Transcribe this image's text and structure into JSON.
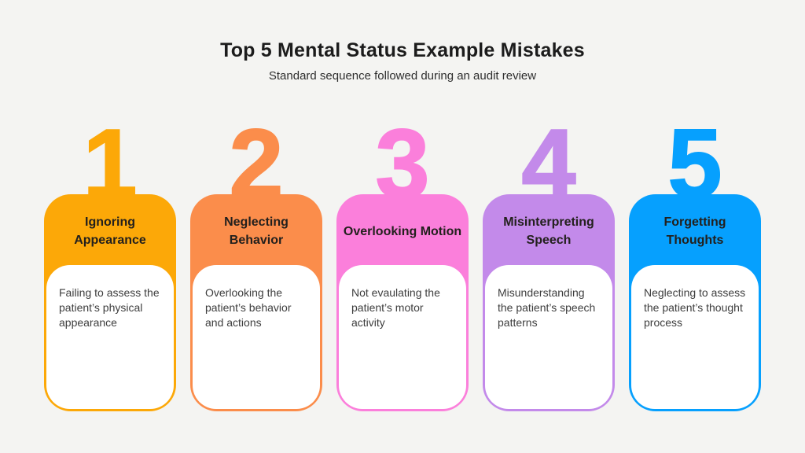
{
  "page": {
    "background": "#F4F4F2"
  },
  "header": {
    "title": "Top 5 Mental Status Example Mistakes",
    "subtitle": "Standard sequence followed during an audit review"
  },
  "cards": [
    {
      "number": "1",
      "color": "#FCA808",
      "title": "Ignoring Appearance",
      "description": "Failing to assess the patient’s physical appearance"
    },
    {
      "number": "2",
      "color": "#FB8D4B",
      "title": "Neglecting Behavior",
      "description": "Overlooking the patient’s behavior and actions"
    },
    {
      "number": "3",
      "color": "#FB7FDB",
      "title": "Overlooking Motion",
      "description": "Not evaulating the patient’s motor activity"
    },
    {
      "number": "4",
      "color": "#C38AEA",
      "title": "Misinterpreting Speech",
      "description": "Misunderstanding the patient’s speech patterns"
    },
    {
      "number": "5",
      "color": "#06A0FE",
      "title": "Forgetting Thoughts",
      "description": "Neglecting to assess the patient’s thought process"
    }
  ]
}
